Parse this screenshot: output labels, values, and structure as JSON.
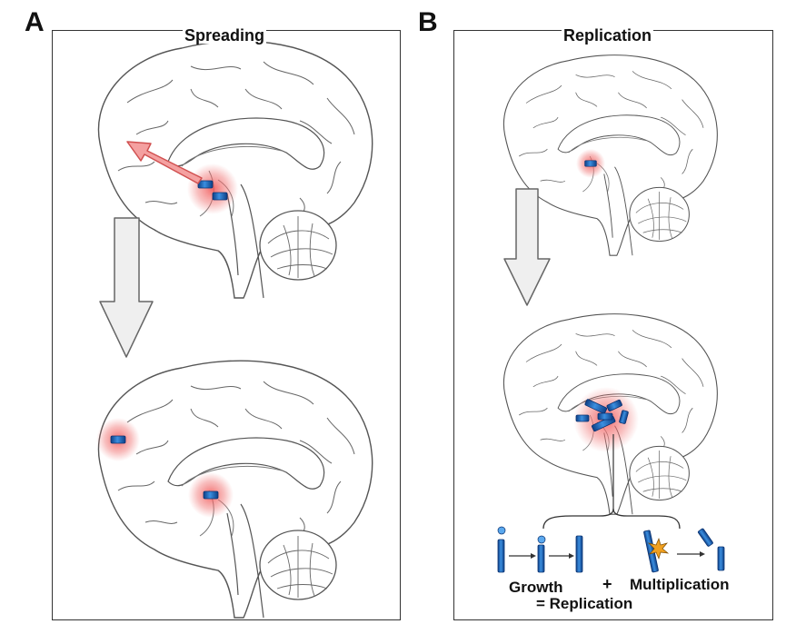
{
  "panels": {
    "a": {
      "letter": "A",
      "title": "Spreading"
    },
    "b": {
      "letter": "B",
      "title": "Replication"
    }
  },
  "labels": {
    "growth": "Growth",
    "plus": "+",
    "multiplication": "Multiplication",
    "equals": "= Replication"
  },
  "colors": {
    "seed_blue": "#1f6fc4",
    "halo_red": "#f05050",
    "arrow_red": "#f08080",
    "arrow_grey": "#efefef",
    "outline": "#555555"
  },
  "icons": [
    "brain-outline",
    "protein-seed-rod",
    "spread-arrow",
    "down-arrow",
    "fragmentation-star"
  ]
}
